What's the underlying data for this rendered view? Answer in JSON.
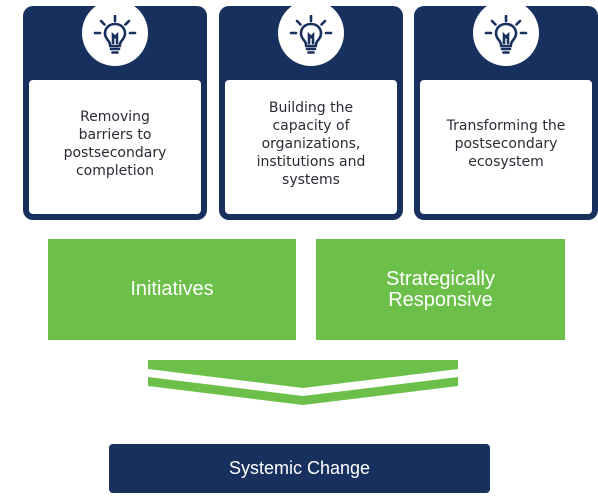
{
  "cards": [
    {
      "icon": "lightbulb-icon",
      "text": "Removing\nbarriers to\npostsecondary\ncompletion"
    },
    {
      "icon": "lightbulb-icon",
      "text": "Building the\ncapacity of\norganizations,\ninstitutions and\nsystems"
    },
    {
      "icon": "lightbulb-icon",
      "text": "Transforming the\npostsecondary\necosystem"
    }
  ],
  "pillars": [
    {
      "label": "Initiatives"
    },
    {
      "label": "Strategically\nResponsive"
    }
  ],
  "outcome": {
    "label": "Systemic Change"
  },
  "colors": {
    "navy": "#17305e",
    "green": "#6cc04a",
    "text_dark": "#2b2b36",
    "white": "#ffffff"
  }
}
